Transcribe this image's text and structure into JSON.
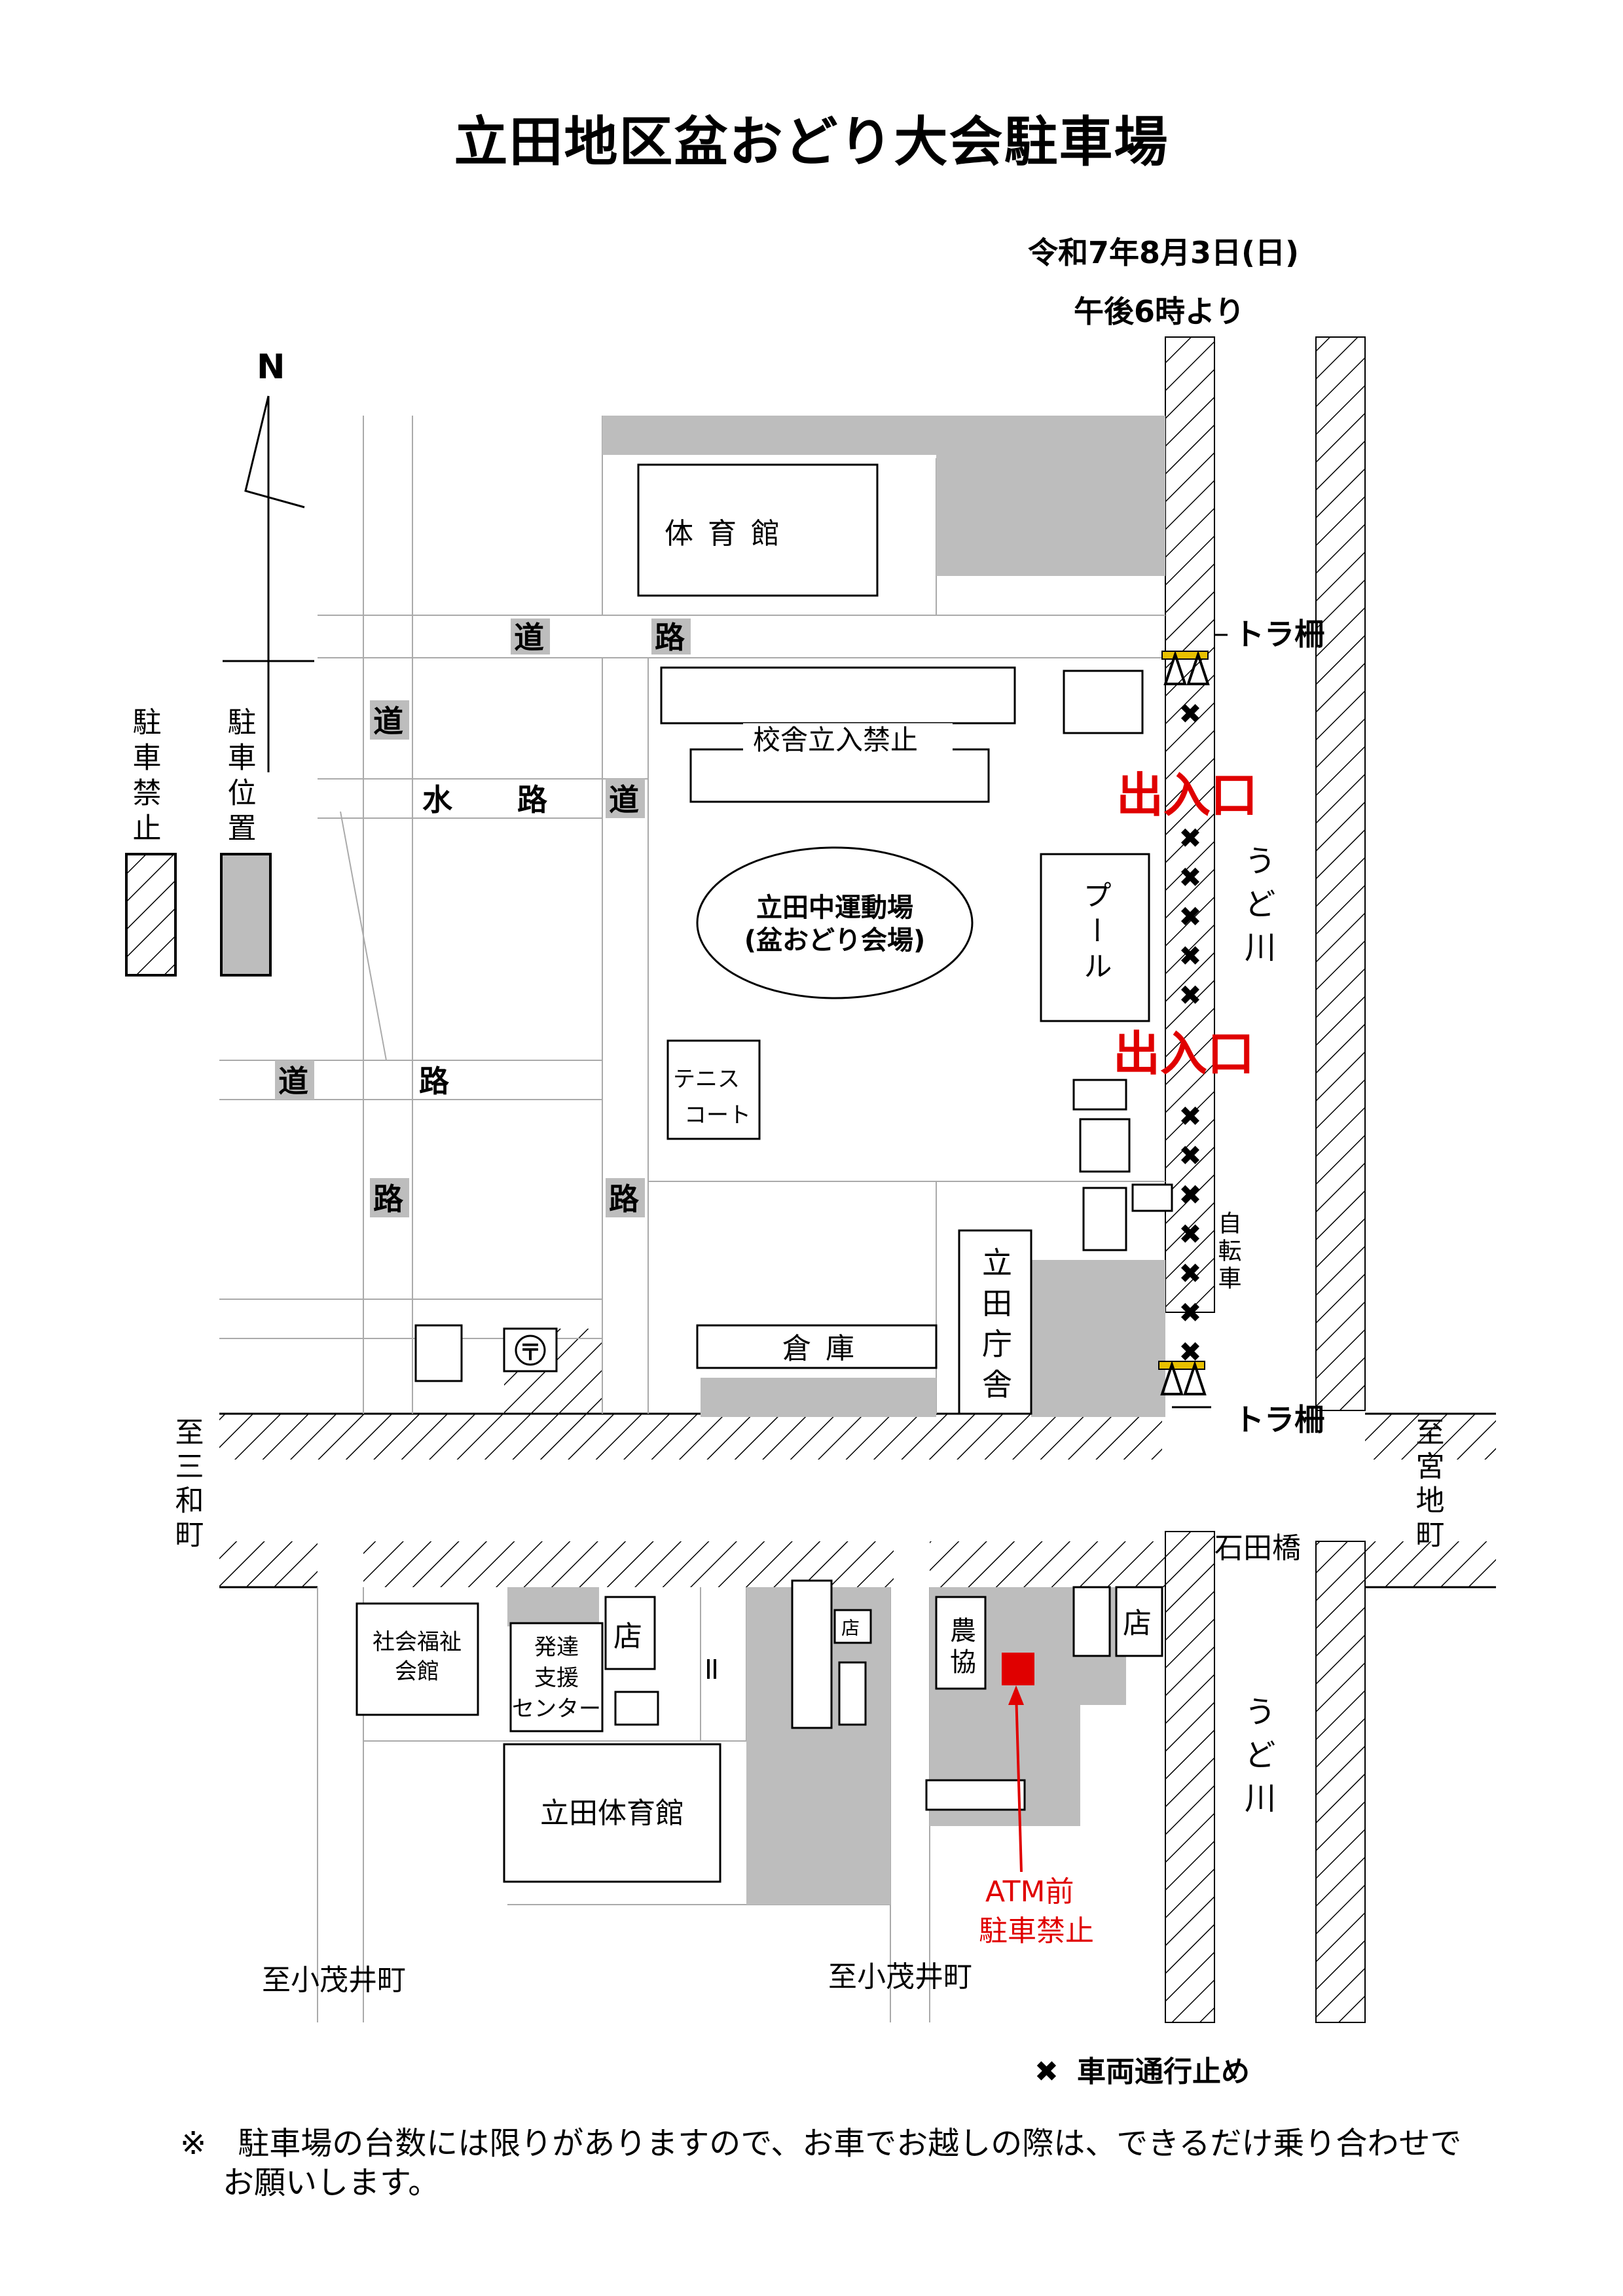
{
  "title": "立田地区盆おどり大会駐車場",
  "date": "令和7年8月3日(日)",
  "time": "午後6時より",
  "north": "N",
  "legend": {
    "no_parking": "駐車禁止",
    "parking_position": "駐車位置",
    "road_closed_mark": "✖",
    "road_closed": "車両通行止め"
  },
  "roads": {
    "road1": "道",
    "road2": "路",
    "waterway1": "水",
    "waterway2": "路"
  },
  "buildings": {
    "gym": "体育館",
    "school": "校舎立入禁止",
    "ground_line1": "立田中運動場",
    "ground_line2": "(盆おどり会場)",
    "pool": "プール",
    "tennis_line1": "テニス",
    "tennis_line2": "コート",
    "warehouse": "倉庫",
    "office": "立田庁舎",
    "welfare_line1": "社会福祉",
    "welfare_line2": "会館",
    "support_line1": "発達",
    "support_line2": "支援",
    "support_line3": "センター",
    "shop": "店",
    "ja": "農協",
    "tatsuta_gym": "立田体育館"
  },
  "labels": {
    "entrance": "出入口",
    "barrier": "トラ柵",
    "river": "うど川",
    "bicycle": "自転車",
    "to_sanwa": "至三和町",
    "to_miyaji": "至宮地町",
    "ishida_bridge": "石田橋",
    "to_komoi1": "至小茂井町",
    "to_komoi2": "至小茂井町",
    "atm_line1": "ATM前",
    "atm_line2": "駐車禁止"
  },
  "notice_line1": "※　駐車場の台数には限りがありますので、お車でお越しの際は、できるだけ乗り合わせで",
  "notice_line2": "お願いします。",
  "colors": {
    "gray_area": "#bdbdbd",
    "accent_red": "#e00000"
  }
}
